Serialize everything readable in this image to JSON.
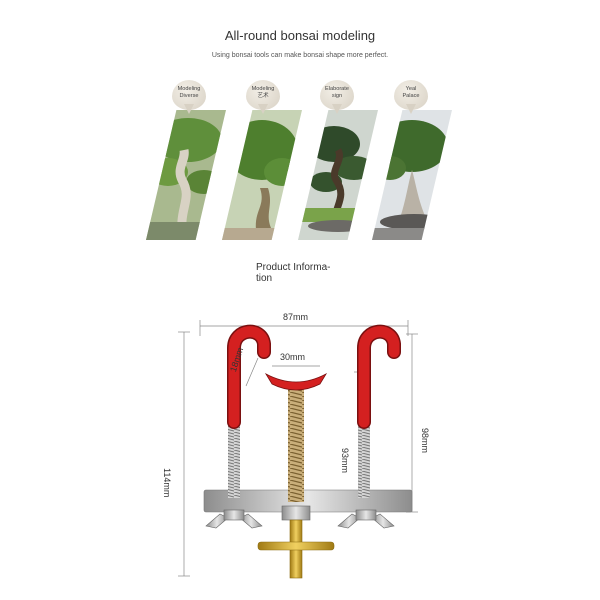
{
  "header": {
    "title": "All-round bonsai modeling",
    "subtitle": "Using bonsai tools can make bonsai shape more perfect."
  },
  "gallery": {
    "items": [
      {
        "line1": "Modeling",
        "line2": "Diverse"
      },
      {
        "line1": "Modeling",
        "line2": "艺术"
      },
      {
        "line1": "Elaborate",
        "line2": "sign"
      },
      {
        "line1": "Yeal",
        "line2": "Palace"
      }
    ]
  },
  "product": {
    "heading_line1": "Product Informa-",
    "heading_line2": "tion"
  },
  "dimensions": {
    "total_width": "87mm",
    "inner_width": "30mm",
    "hook_size": "18mm",
    "total_height": "114mm",
    "screw_height": "93mm",
    "side_height": "98mm"
  },
  "colors": {
    "hook_red": "#d42020",
    "steel": "#c8c8c8",
    "brass": "#c9a227"
  }
}
